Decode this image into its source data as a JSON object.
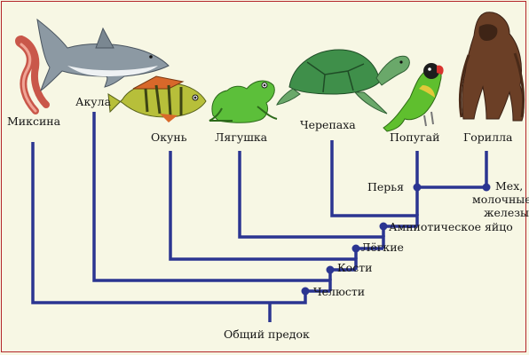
{
  "colors": {
    "background": "#f7f7e4",
    "frame": "#b3262a",
    "tree": "#2b3591"
  },
  "taxa": [
    {
      "name": "Миксина",
      "icon": "hagfish-icon"
    },
    {
      "name": "Акула",
      "icon": "shark-icon"
    },
    {
      "name": "Окунь",
      "icon": "perch-icon"
    },
    {
      "name": "Лягушка",
      "icon": "frog-icon"
    },
    {
      "name": "Черепаха",
      "icon": "turtle-icon"
    },
    {
      "name": "Попугай",
      "icon": "parrot-icon"
    },
    {
      "name": "Горилла",
      "icon": "gorilla-icon"
    }
  ],
  "traits": {
    "jaws": "Челюсти",
    "bones": "Кости",
    "lungs": "Лёгкие",
    "amniotic_egg": "Амниотическое яйцо",
    "feathers": "Перья",
    "fur_line1": "Мех,",
    "fur_line2": "молочные",
    "fur_line3": "железы"
  },
  "root": "Общий предок"
}
